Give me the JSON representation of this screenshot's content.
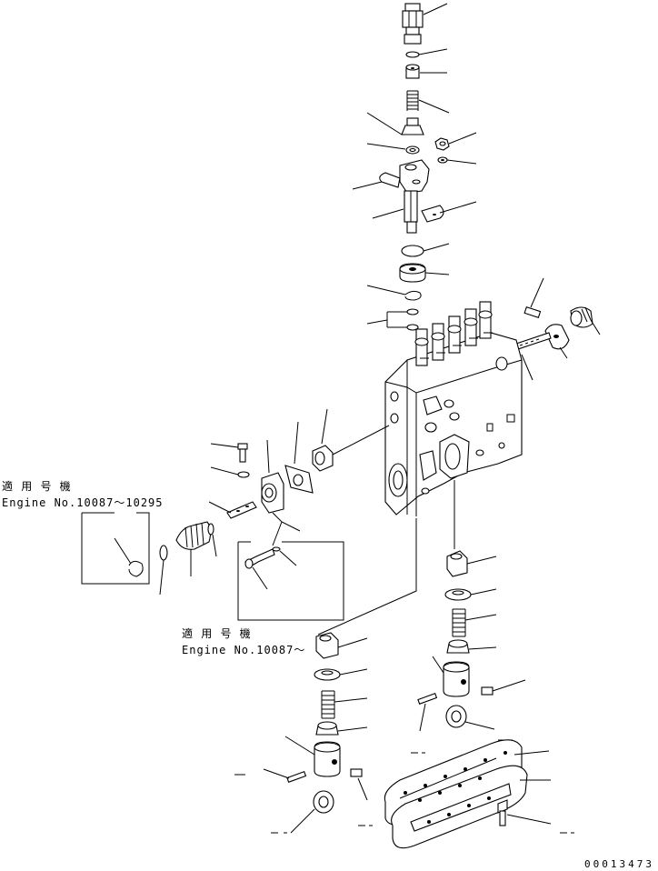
{
  "note_upper": {
    "label": "適 用 号 機",
    "engine": "Engine No.10087～10295"
  },
  "note_lower": {
    "label": "適 用 号 機",
    "engine": "Engine No.10087～"
  },
  "drawing_number": "00013473",
  "colors": {
    "line": "#000000",
    "background": "#ffffff"
  }
}
